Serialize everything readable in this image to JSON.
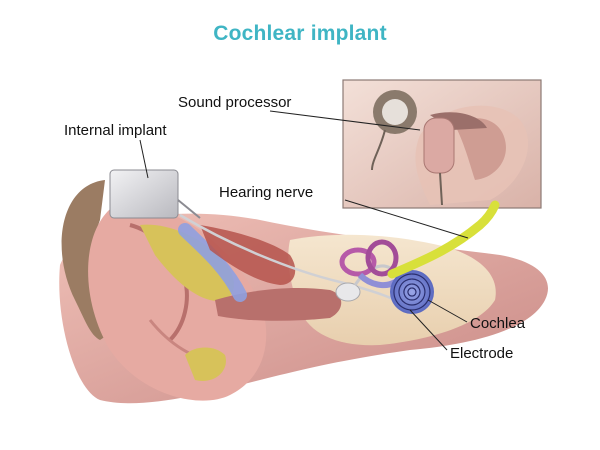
{
  "title": "Cochlear implant",
  "labels": {
    "sound_processor": "Sound processor",
    "internal_implant": "Internal implant",
    "hearing_nerve": "Hearing nerve",
    "cochlea": "Cochlea",
    "electrode": "Electrode"
  },
  "colors": {
    "title": "#3fb5c4",
    "skin": "#e2a6a0",
    "bone": "#f1dcc0",
    "nerve": "#d8e03a",
    "cochlea": "#6f7fd1",
    "implant": "#d5d5d8",
    "processor": "#8a7a6c"
  }
}
